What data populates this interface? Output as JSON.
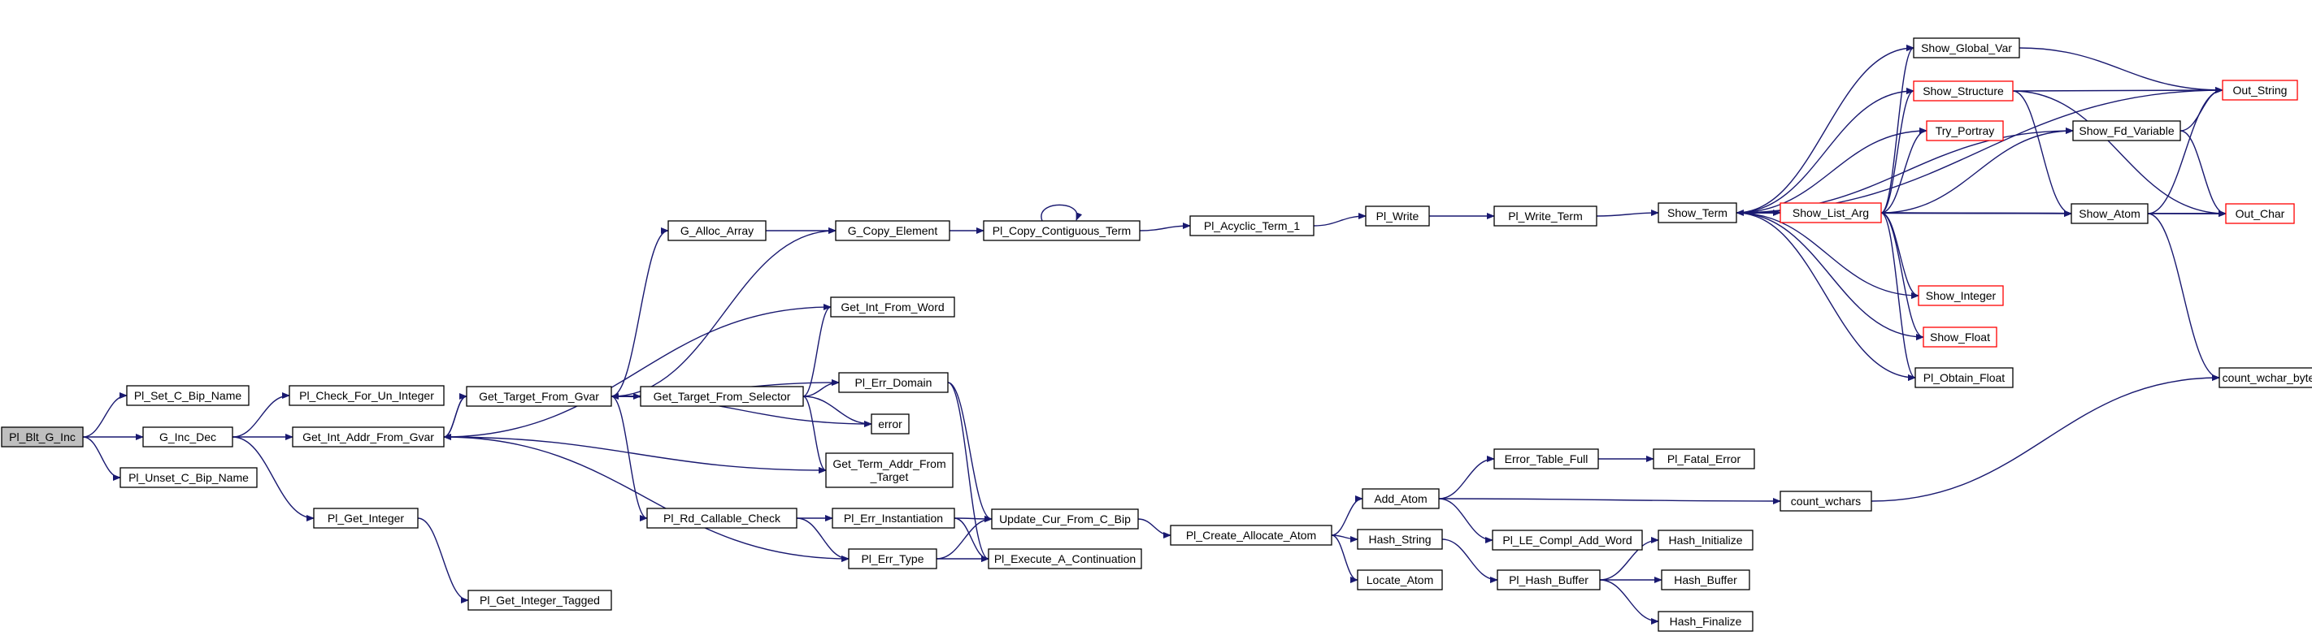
{
  "colors": {
    "edge": "#191970",
    "normal_border": "#000000",
    "truncated_border": "#ff0000",
    "root_fill": "#bfbfbf",
    "node_fill": "#ffffff"
  },
  "nodes": [
    {
      "id": "pl_blt_g_inc",
      "label": "Pl_Blt_G_Inc",
      "style": "root"
    },
    {
      "id": "pl_set_c_bip_name",
      "label": "Pl_Set_C_Bip_Name",
      "style": "normal"
    },
    {
      "id": "g_inc_dec",
      "label": "G_Inc_Dec",
      "style": "normal"
    },
    {
      "id": "pl_unset_c_bip_name",
      "label": "Pl_Unset_C_Bip_Name",
      "style": "normal"
    },
    {
      "id": "pl_check_for_un_integer",
      "label": "Pl_Check_For_Un_Integer",
      "style": "normal"
    },
    {
      "id": "get_int_addr_from_gvar",
      "label": "Get_Int_Addr_From_Gvar",
      "style": "normal"
    },
    {
      "id": "pl_get_integer",
      "label": "Pl_Get_Integer",
      "style": "normal"
    },
    {
      "id": "pl_get_integer_tagged",
      "label": "Pl_Get_Integer_Tagged",
      "style": "normal"
    },
    {
      "id": "get_target_from_gvar",
      "label": "Get_Target_From_Gvar",
      "style": "normal"
    },
    {
      "id": "g_alloc_array",
      "label": "G_Alloc_Array",
      "style": "normal"
    },
    {
      "id": "get_target_from_selector",
      "label": "Get_Target_From_Selector",
      "style": "normal"
    },
    {
      "id": "pl_rd_callable_check",
      "label": "Pl_Rd_Callable_Check",
      "style": "normal"
    },
    {
      "id": "g_copy_element",
      "label": "G_Copy_Element",
      "style": "normal"
    },
    {
      "id": "get_int_from_word",
      "label": "Get_Int_From_Word",
      "style": "normal"
    },
    {
      "id": "pl_err_domain",
      "label": "Pl_Err_Domain",
      "style": "normal"
    },
    {
      "id": "error",
      "label": "error",
      "style": "normal"
    },
    {
      "id": "get_term_addr_from_target",
      "label": "Get_Term_Addr_From\n_Target",
      "style": "normal"
    },
    {
      "id": "pl_err_instantiation",
      "label": "Pl_Err_Instantiation",
      "style": "normal"
    },
    {
      "id": "pl_err_type",
      "label": "Pl_Err_Type",
      "style": "normal"
    },
    {
      "id": "pl_copy_contiguous_term",
      "label": "Pl_Copy_Contiguous_Term",
      "style": "normal"
    },
    {
      "id": "update_cur_from_c_bip",
      "label": "Update_Cur_From_C_Bip",
      "style": "normal"
    },
    {
      "id": "pl_execute_a_continuation",
      "label": "Pl_Execute_A_Continuation",
      "style": "normal"
    },
    {
      "id": "pl_acyclic_term_1",
      "label": "Pl_Acyclic_Term_1",
      "style": "normal"
    },
    {
      "id": "pl_create_allocate_atom",
      "label": "Pl_Create_Allocate_Atom",
      "style": "normal"
    },
    {
      "id": "pl_write",
      "label": "Pl_Write",
      "style": "normal"
    },
    {
      "id": "add_atom",
      "label": "Add_Atom",
      "style": "normal"
    },
    {
      "id": "hash_string",
      "label": "Hash_String",
      "style": "normal"
    },
    {
      "id": "locate_atom",
      "label": "Locate_Atom",
      "style": "normal"
    },
    {
      "id": "pl_write_term",
      "label": "Pl_Write_Term",
      "style": "normal"
    },
    {
      "id": "error_table_full",
      "label": "Error_Table_Full",
      "style": "normal"
    },
    {
      "id": "pl_le_compl_add_word",
      "label": "Pl_LE_Compl_Add_Word",
      "style": "normal"
    },
    {
      "id": "pl_hash_buffer",
      "label": "Pl_Hash_Buffer",
      "style": "normal"
    },
    {
      "id": "show_term",
      "label": "Show_Term",
      "style": "normal"
    },
    {
      "id": "pl_fatal_error",
      "label": "Pl_Fatal_Error",
      "style": "normal"
    },
    {
      "id": "hash_initialize",
      "label": "Hash_Initialize",
      "style": "normal"
    },
    {
      "id": "hash_buffer",
      "label": "Hash_Buffer",
      "style": "normal"
    },
    {
      "id": "hash_finalize",
      "label": "Hash_Finalize",
      "style": "normal"
    },
    {
      "id": "count_wchars",
      "label": "count_wchars",
      "style": "normal"
    },
    {
      "id": "show_list_arg",
      "label": "Show_List_Arg",
      "style": "truncated"
    },
    {
      "id": "show_global_var",
      "label": "Show_Global_Var",
      "style": "normal"
    },
    {
      "id": "show_structure",
      "label": "Show_Structure",
      "style": "truncated"
    },
    {
      "id": "try_portray",
      "label": "Try_Portray",
      "style": "truncated"
    },
    {
      "id": "show_integer",
      "label": "Show_Integer",
      "style": "truncated"
    },
    {
      "id": "show_float",
      "label": "Show_Float",
      "style": "truncated"
    },
    {
      "id": "pl_obtain_float",
      "label": "Pl_Obtain_Float",
      "style": "normal"
    },
    {
      "id": "show_fd_variable",
      "label": "Show_Fd_Variable",
      "style": "normal"
    },
    {
      "id": "show_atom",
      "label": "Show_Atom",
      "style": "normal"
    },
    {
      "id": "out_string",
      "label": "Out_String",
      "style": "truncated"
    },
    {
      "id": "out_char",
      "label": "Out_Char",
      "style": "truncated"
    },
    {
      "id": "count_wchar_bytes",
      "label": "count_wchar_bytes",
      "style": "normal"
    }
  ],
  "edges": [
    [
      "pl_blt_g_inc",
      "pl_set_c_bip_name"
    ],
    [
      "pl_blt_g_inc",
      "g_inc_dec"
    ],
    [
      "pl_blt_g_inc",
      "pl_unset_c_bip_name"
    ],
    [
      "g_inc_dec",
      "pl_check_for_un_integer"
    ],
    [
      "g_inc_dec",
      "get_int_addr_from_gvar"
    ],
    [
      "g_inc_dec",
      "pl_get_integer"
    ],
    [
      "pl_get_integer",
      "pl_get_integer_tagged"
    ],
    [
      "get_int_addr_from_gvar",
      "get_target_from_gvar"
    ],
    [
      "get_int_addr_from_gvar",
      "get_term_addr_from_target"
    ],
    [
      "get_int_addr_from_gvar",
      "pl_err_type"
    ],
    [
      "get_int_from_word",
      "get_int_addr_from_gvar"
    ],
    [
      "get_target_from_gvar",
      "get_int_addr_from_gvar"
    ],
    [
      "get_target_from_gvar",
      "g_alloc_array"
    ],
    [
      "get_target_from_gvar",
      "g_copy_element"
    ],
    [
      "get_target_from_gvar",
      "get_target_from_selector"
    ],
    [
      "get_target_from_gvar",
      "pl_err_domain"
    ],
    [
      "get_target_from_gvar",
      "error"
    ],
    [
      "get_target_from_gvar",
      "pl_rd_callable_check"
    ],
    [
      "get_target_from_selector",
      "get_target_from_gvar"
    ],
    [
      "get_target_from_selector",
      "get_int_from_word"
    ],
    [
      "get_target_from_selector",
      "pl_err_domain"
    ],
    [
      "get_target_from_selector",
      "error"
    ],
    [
      "get_target_from_selector",
      "get_term_addr_from_target"
    ],
    [
      "g_alloc_array",
      "g_copy_element"
    ],
    [
      "g_copy_element",
      "pl_copy_contiguous_term"
    ],
    [
      "pl_copy_contiguous_term",
      "pl_copy_contiguous_term"
    ],
    [
      "pl_copy_contiguous_term",
      "pl_acyclic_term_1"
    ],
    [
      "pl_acyclic_term_1",
      "pl_write"
    ],
    [
      "pl_write",
      "pl_write_term"
    ],
    [
      "pl_write_term",
      "show_term"
    ],
    [
      "pl_rd_callable_check",
      "pl_err_instantiation"
    ],
    [
      "pl_rd_callable_check",
      "pl_err_type"
    ],
    [
      "pl_err_domain",
      "update_cur_from_c_bip"
    ],
    [
      "pl_err_domain",
      "pl_execute_a_continuation"
    ],
    [
      "pl_err_instantiation",
      "update_cur_from_c_bip"
    ],
    [
      "pl_err_instantiation",
      "pl_execute_a_continuation"
    ],
    [
      "pl_err_type",
      "update_cur_from_c_bip"
    ],
    [
      "pl_err_type",
      "pl_execute_a_continuation"
    ],
    [
      "update_cur_from_c_bip",
      "pl_create_allocate_atom"
    ],
    [
      "pl_create_allocate_atom",
      "add_atom"
    ],
    [
      "pl_create_allocate_atom",
      "hash_string"
    ],
    [
      "pl_create_allocate_atom",
      "locate_atom"
    ],
    [
      "add_atom",
      "error_table_full"
    ],
    [
      "add_atom",
      "pl_le_compl_add_word"
    ],
    [
      "add_atom",
      "count_wchars"
    ],
    [
      "error_table_full",
      "pl_fatal_error"
    ],
    [
      "hash_string",
      "pl_hash_buffer"
    ],
    [
      "pl_hash_buffer",
      "hash_initialize"
    ],
    [
      "pl_hash_buffer",
      "hash_buffer"
    ],
    [
      "pl_hash_buffer",
      "hash_finalize"
    ],
    [
      "count_wchars",
      "count_wchar_bytes"
    ],
    [
      "show_term",
      "show_global_var"
    ],
    [
      "show_term",
      "show_structure"
    ],
    [
      "show_term",
      "try_portray"
    ],
    [
      "show_term",
      "show_list_arg"
    ],
    [
      "show_term",
      "show_fd_variable"
    ],
    [
      "show_term",
      "show_integer"
    ],
    [
      "show_term",
      "show_float"
    ],
    [
      "show_term",
      "pl_obtain_float"
    ],
    [
      "show_term",
      "show_atom"
    ],
    [
      "show_term",
      "out_string"
    ],
    [
      "show_term",
      "out_char"
    ],
    [
      "show_list_arg",
      "show_term"
    ],
    [
      "show_list_arg",
      "show_global_var"
    ],
    [
      "show_list_arg",
      "show_structure"
    ],
    [
      "show_list_arg",
      "try_portray"
    ],
    [
      "show_list_arg",
      "show_fd_variable"
    ],
    [
      "show_list_arg",
      "show_atom"
    ],
    [
      "show_list_arg",
      "show_integer"
    ],
    [
      "show_list_arg",
      "show_float"
    ],
    [
      "show_list_arg",
      "pl_obtain_float"
    ],
    [
      "show_list_arg",
      "out_char"
    ],
    [
      "show_global_var",
      "out_string"
    ],
    [
      "show_structure",
      "out_string"
    ],
    [
      "show_structure",
      "out_char"
    ],
    [
      "show_structure",
      "show_atom"
    ],
    [
      "show_fd_variable",
      "out_string"
    ],
    [
      "show_fd_variable",
      "out_char"
    ],
    [
      "show_atom",
      "out_string"
    ],
    [
      "show_atom",
      "out_char"
    ],
    [
      "show_atom",
      "count_wchar_bytes"
    ]
  ]
}
